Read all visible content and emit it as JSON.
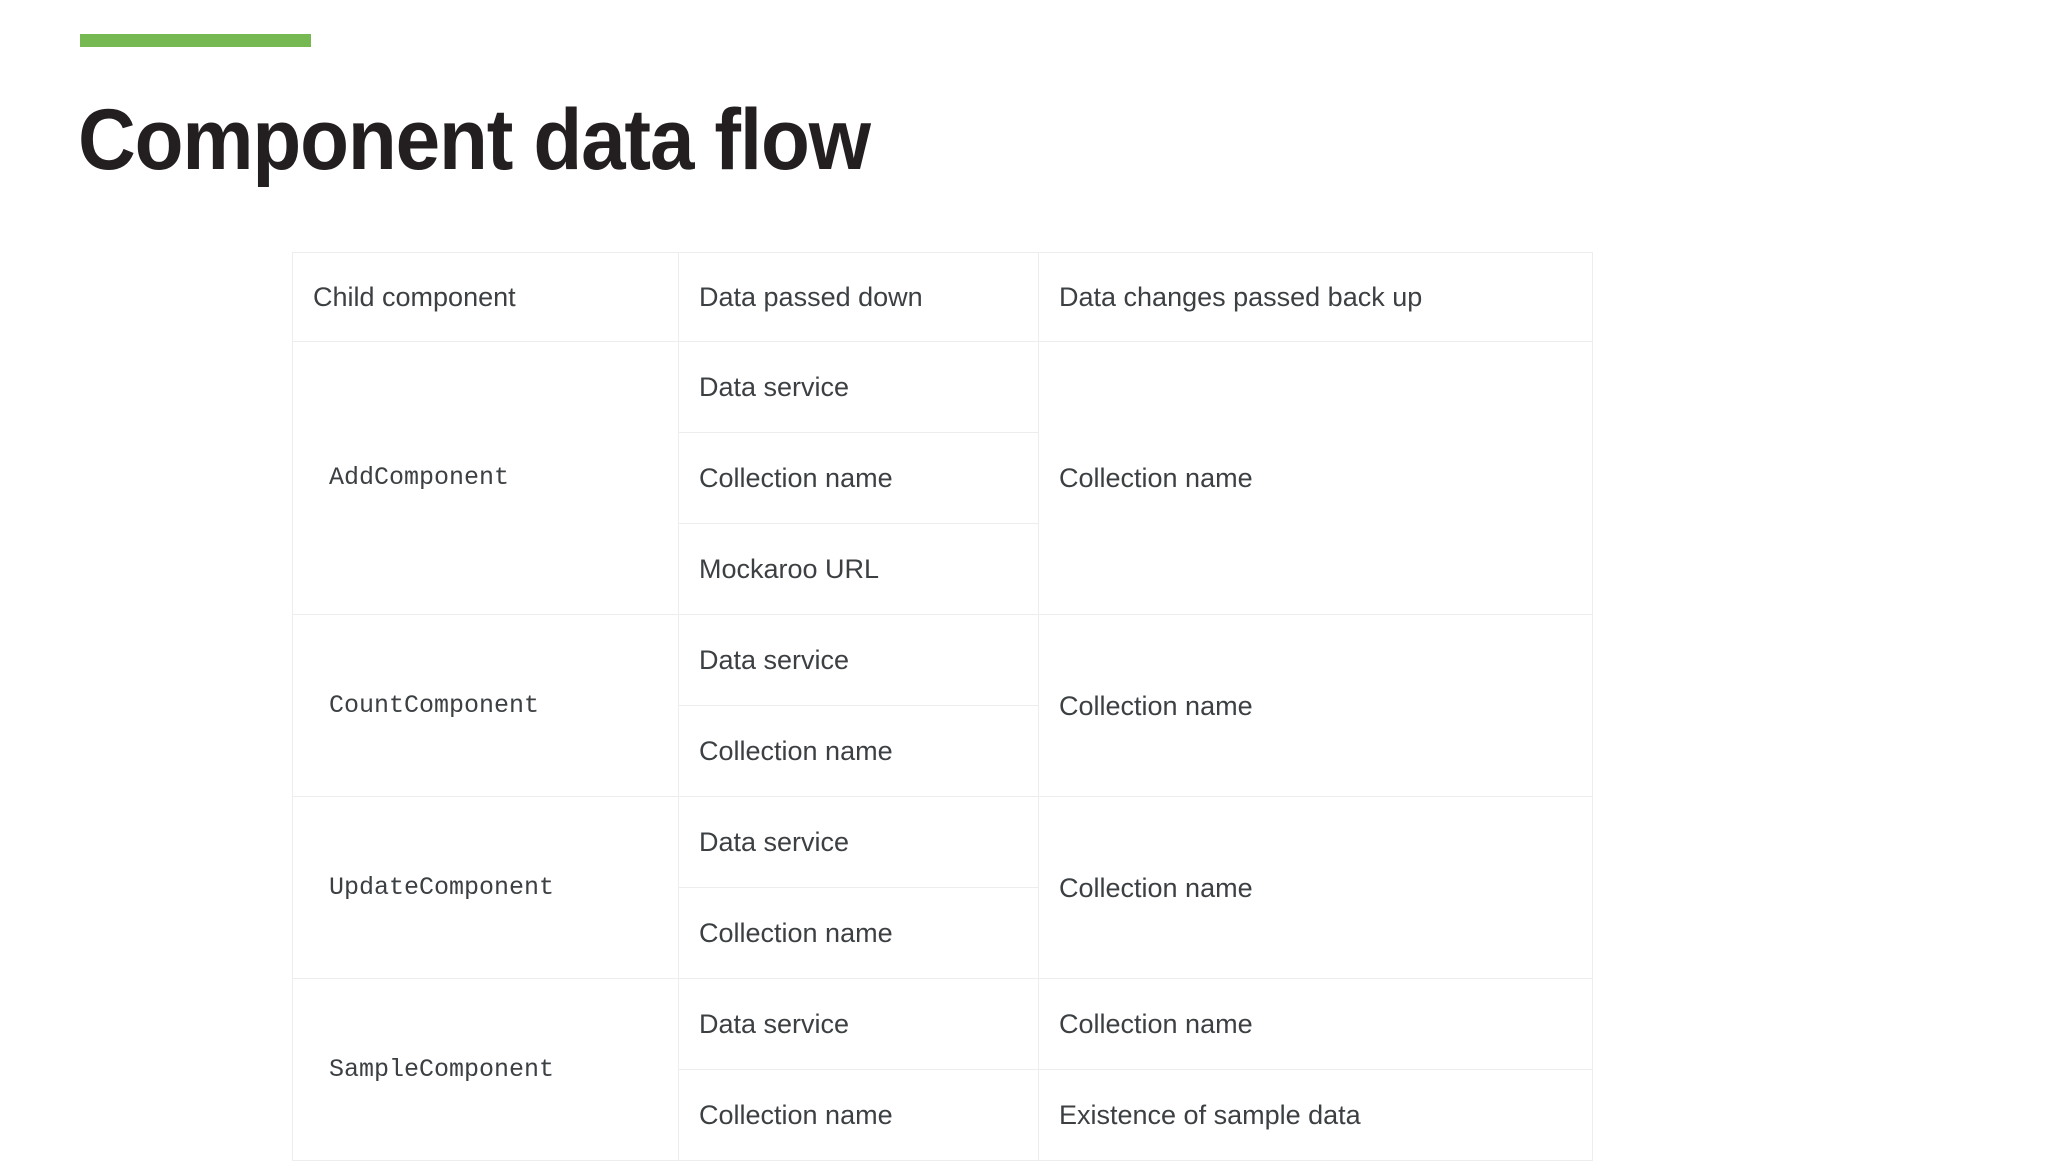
{
  "slide": {
    "title": "Component data flow",
    "accent_color": "#76b852",
    "background_color": "#ffffff",
    "text_color": "#3c4043"
  },
  "table": {
    "headers": [
      "Child component",
      "Data passed down",
      "Data changes passed back up"
    ],
    "groups": [
      {
        "component": "AddComponent",
        "rows": [
          {
            "passed_down": "Data service",
            "passed_back_up": "Collection name"
          },
          {
            "passed_down": "Collection name",
            "passed_back_up": ""
          },
          {
            "passed_down": "Mockaroo URL",
            "passed_back_up": ""
          }
        ]
      },
      {
        "component": "CountComponent",
        "rows": [
          {
            "passed_down": "Data service",
            "passed_back_up": "Collection name"
          },
          {
            "passed_down": "Collection name",
            "passed_back_up": ""
          }
        ]
      },
      {
        "component": "UpdateComponent",
        "rows": [
          {
            "passed_down": "Data service",
            "passed_back_up": "Collection name"
          },
          {
            "passed_down": "Collection name",
            "passed_back_up": ""
          }
        ]
      },
      {
        "component": "SampleComponent",
        "rows": [
          {
            "passed_down": "Data service",
            "passed_back_up": "Collection name"
          },
          {
            "passed_down": "Collection name",
            "passed_back_up": "Existence of sample data"
          }
        ]
      }
    ]
  }
}
